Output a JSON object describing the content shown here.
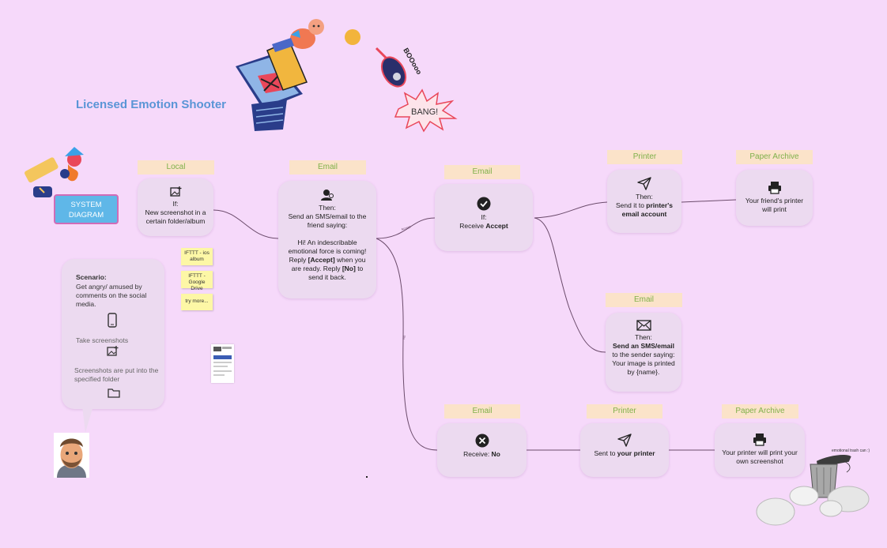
{
  "title": "Licensed Emotion Shooter",
  "system_button": "SYSTEM DIAGRAM",
  "scenario": {
    "title": "Scenario:",
    "desc": "Get angry/ amused by comments on the social media.",
    "step1": "Take screenshots",
    "step2": "Screenshots are put into the specified folder"
  },
  "stickies": [
    "IFTTT - ios album",
    "IFTTT - Google Drive",
    "try more..."
  ],
  "nodes": {
    "local": {
      "tag": "Local",
      "line1": "If:",
      "line2": "New screenshot in a certain folder/album"
    },
    "email1": {
      "tag": "Email",
      "line1": "Then:",
      "line2": "Send an SMS/email to the friend saying:",
      "p1": "Hi! An indescribable emotional force is coming! Reply ",
      "accept": "[Accept]",
      "p2": " when you are ready. Reply ",
      "no": "[No]",
      "p3": " to send it back."
    },
    "email2": {
      "tag": "Email",
      "line1": "If:",
      "pre": "Receive ",
      "bold": "Accept"
    },
    "printer1": {
      "tag": "Printer",
      "line1": "Then:",
      "pre": "Send it to ",
      "bold": "printer's email account"
    },
    "archive1": {
      "tag": "Paper Archive",
      "text": "Your friend's printer will print"
    },
    "email3": {
      "tag": "Email",
      "line1": "Then:",
      "bold": "Send an SMS/email",
      "post": " to the sender saying: Your image is printed by {name}."
    },
    "email4": {
      "tag": "Email",
      "pre": "Receive: ",
      "bold": "No"
    },
    "printer2": {
      "tag": "Printer",
      "pre": "Sent to ",
      "bold": "your printer"
    },
    "archive2": {
      "tag": "Paper Archive",
      "text": "Your printer will print your own screenshot"
    }
  },
  "edge_labels": {
    "accept": "Accept",
    "no": "No"
  },
  "sticker_text": {
    "boo": "BOOooo",
    "bang": "BANG!"
  },
  "trash_label": "emotional trash can :)",
  "colors": {
    "background": "#f6d9fa",
    "card": "#ecdaf0",
    "tag_bg": "#fbe3c9",
    "tag_text": "#7fb04a",
    "title": "#5a95d6",
    "button": "#5fb7e8"
  },
  "icons": {
    "local": "image-add-icon",
    "email1": "user-icon",
    "email2": "check-circle-icon",
    "printer1": "send-icon",
    "archive1": "printer-icon",
    "email3": "envelope-icon",
    "email4": "x-circle-icon",
    "printer2": "send-icon",
    "archive2": "printer-icon"
  }
}
